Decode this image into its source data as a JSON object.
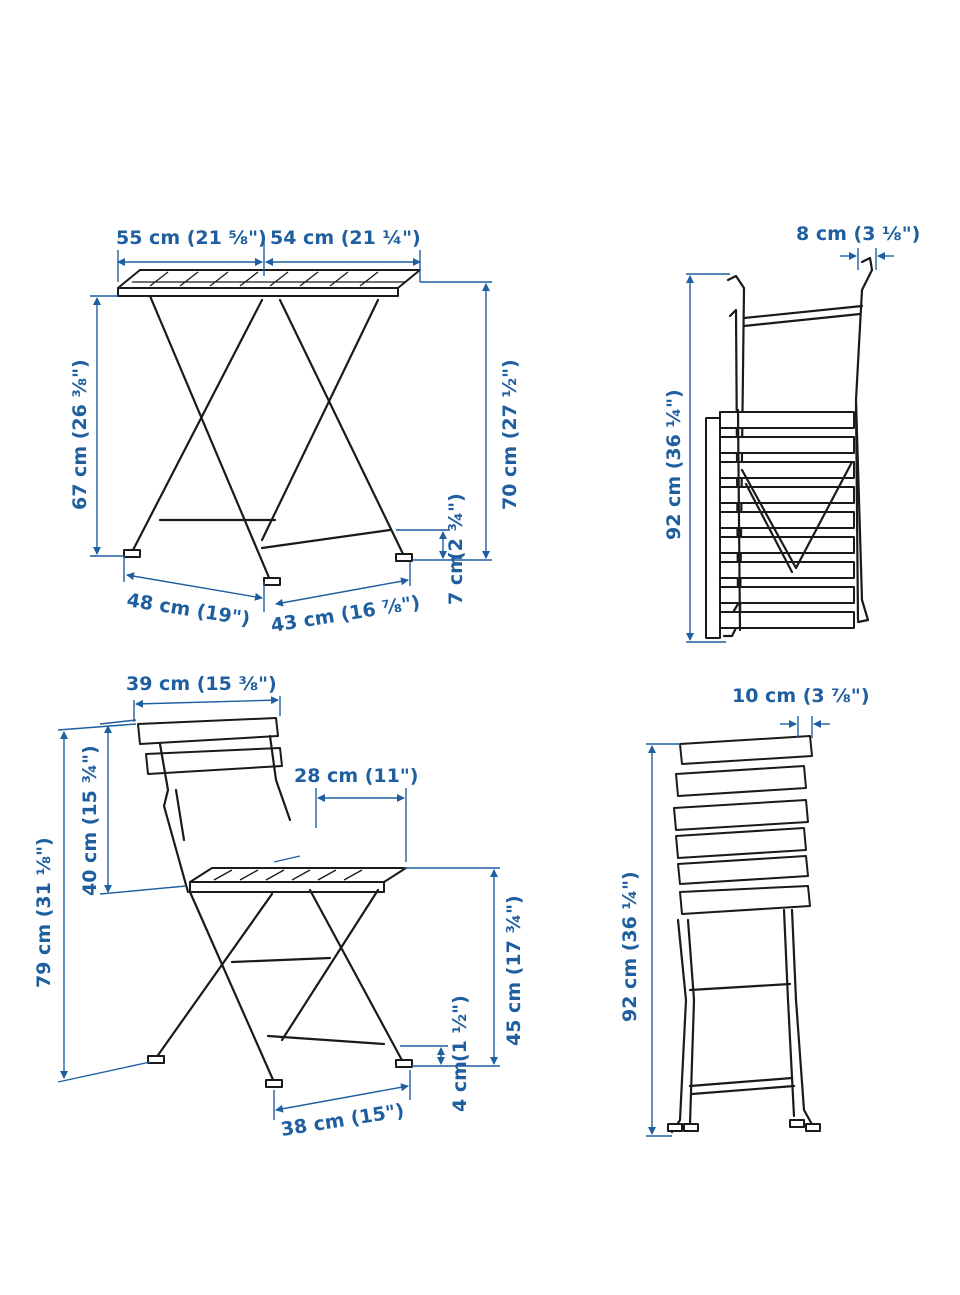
{
  "table": {
    "width_a": "55 cm (21 ⅝\")",
    "width_b": "54 cm (21 ¼\")",
    "leg_height": "67 cm (26 ⅜\")",
    "total_height": "70 cm (27 ½\")",
    "foot_clearance_in": "(2 ¾\")",
    "foot_clearance_cm": "7 cm",
    "base_depth": "48 cm (19\")",
    "base_width": "43 cm (16 ⅞\")"
  },
  "table_folded": {
    "depth": "8 cm (3 ⅛\")",
    "height": "92 cm (36 ¼\")"
  },
  "chair": {
    "back_width": "39 cm (15 ⅜\")",
    "back_height": "40 cm (15 ¾\")",
    "total_height": "79 cm (31 ⅛\")",
    "seat_depth": "28 cm (11\")",
    "seat_height": "45 cm (17 ¾\")",
    "foot_clearance_in": "(1 ½\")",
    "foot_clearance_cm": "4 cm",
    "base_width": "38 cm (15\")"
  },
  "chair_folded": {
    "depth": "10 cm (3 ⅞\")",
    "height": "92 cm (36 ¼\")"
  }
}
